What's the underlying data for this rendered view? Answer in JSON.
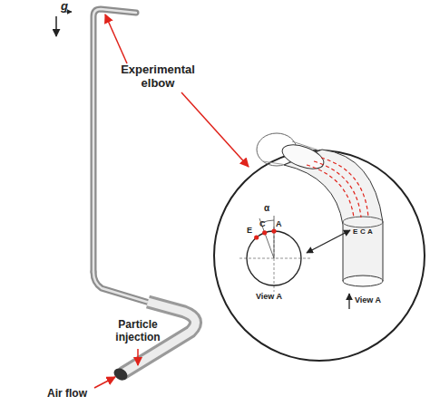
{
  "diagram": {
    "labels": [
      "g",
      "Experimental elbow",
      "Particle injection",
      "Air flow",
      "α",
      "E",
      "C",
      "A",
      "View A",
      "E",
      "C",
      "A",
      "View A"
    ]
  }
}
